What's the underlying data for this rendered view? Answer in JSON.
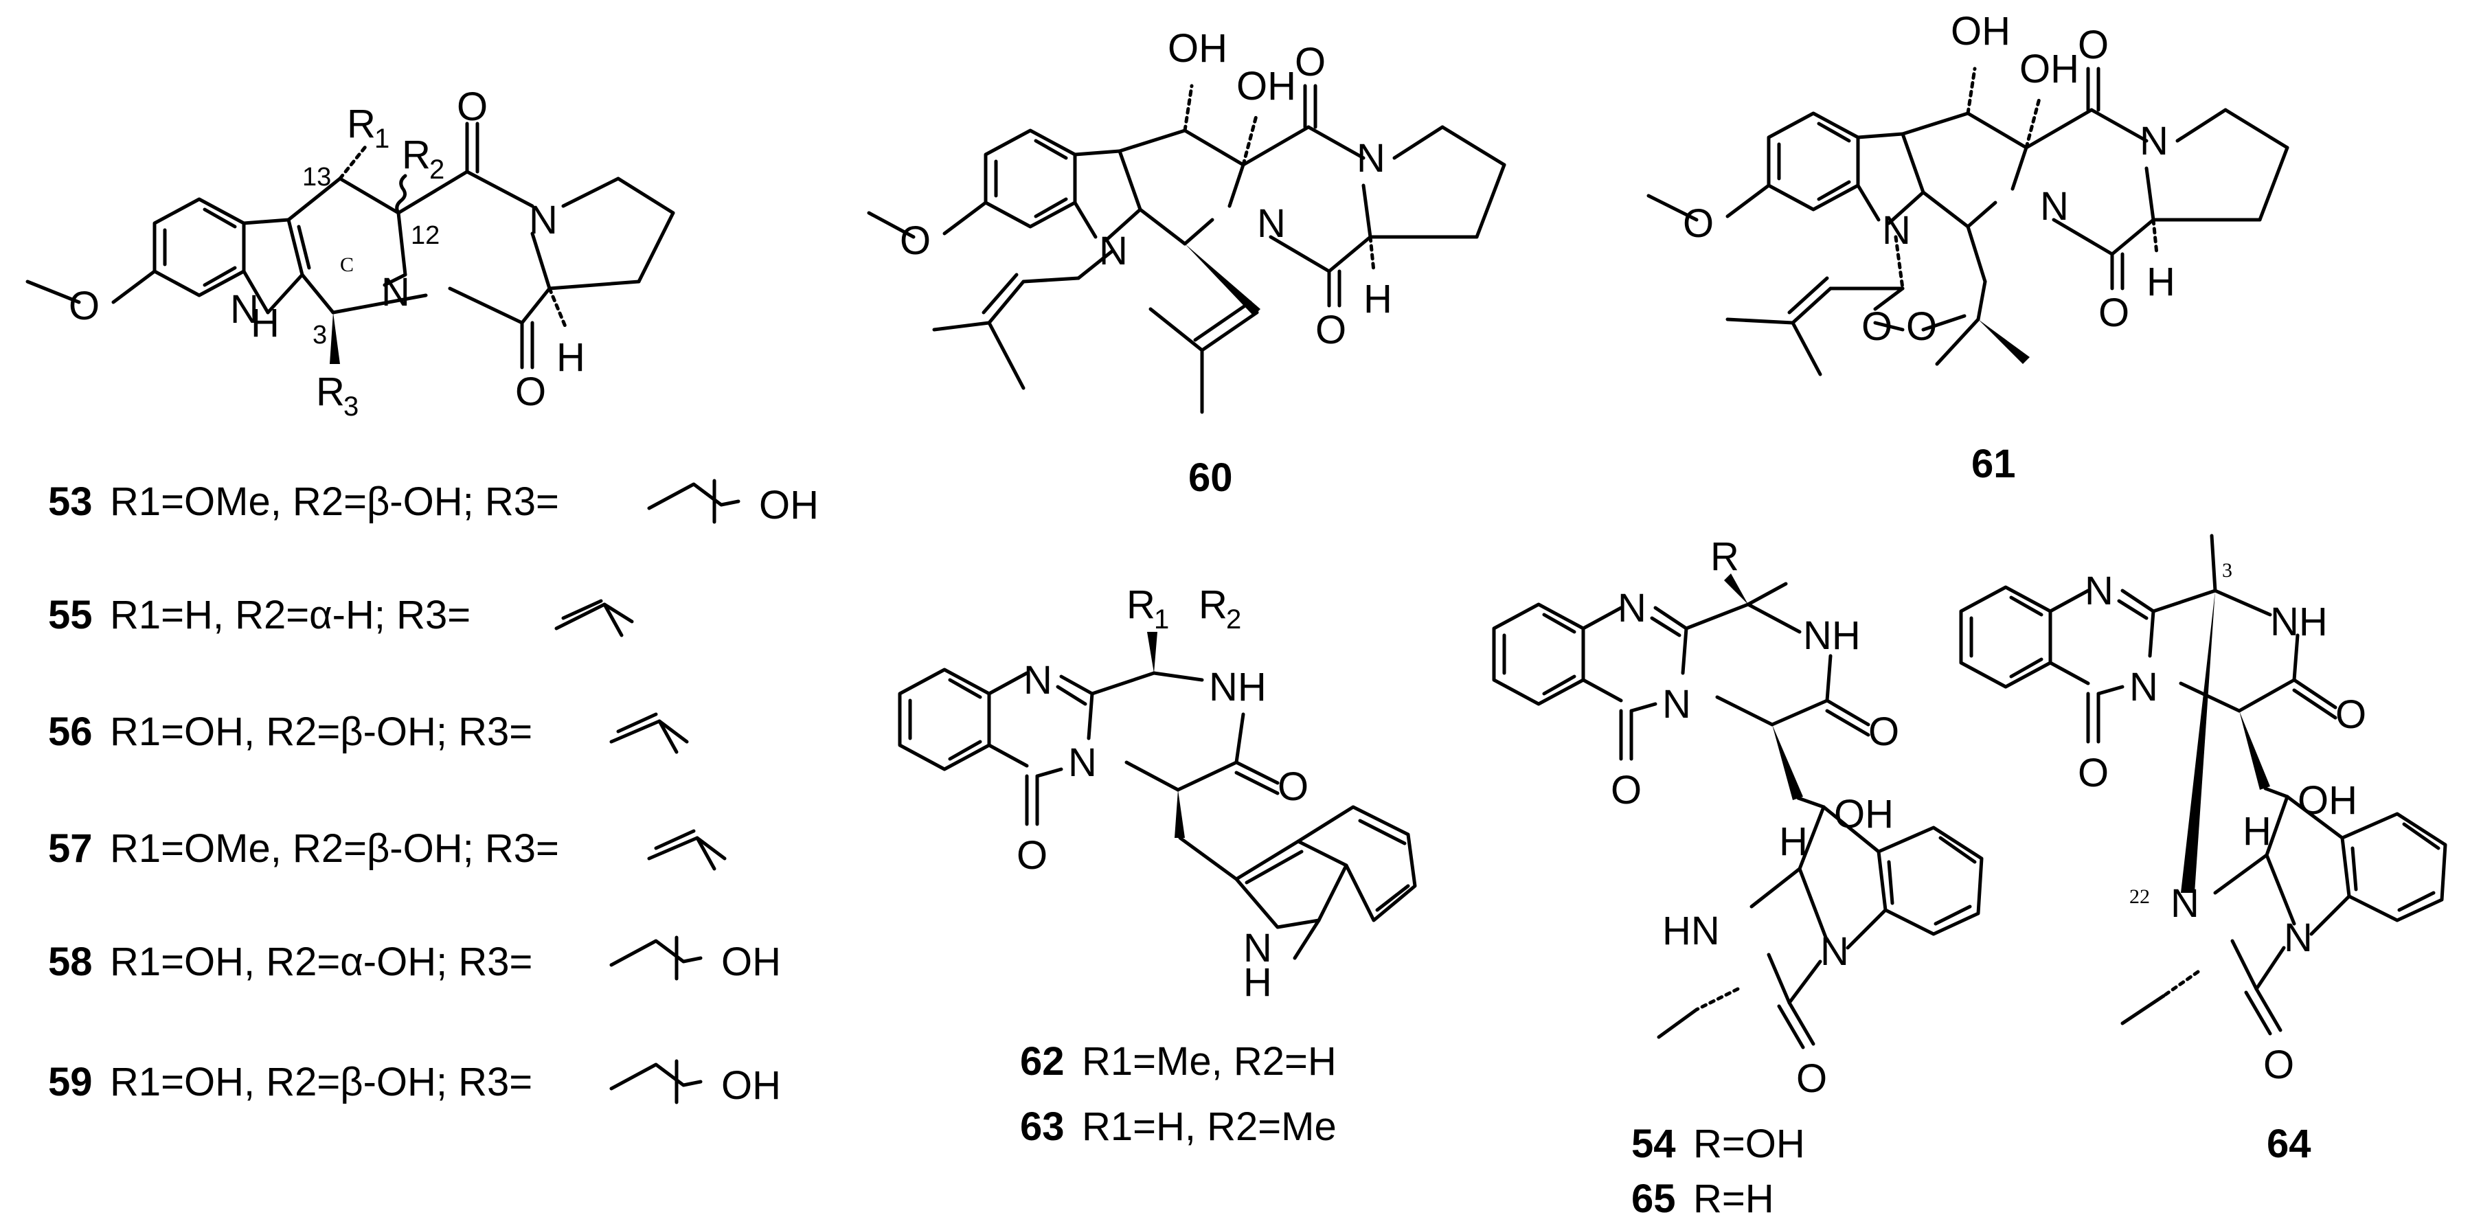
{
  "atoms": {
    "OH": "OH",
    "O": "O",
    "N": "N",
    "NH": "NH",
    "H": "H",
    "R": "R",
    "C": "C",
    "HN": "HN",
    "R1": "R",
    "R2": "R",
    "R3": "R"
  },
  "subs": {
    "one": "1",
    "two": "2",
    "three": "3"
  },
  "locants": {
    "l13": "13",
    "l12": "12",
    "l3": "3",
    "l3b": "3",
    "l22": "22"
  },
  "captions": {
    "c53": {
      "num": "53",
      "text": "R1=OMe, R2=β-OH; R3="
    },
    "c55": {
      "num": "55",
      "text": "R1=H, R2=α-H; R3="
    },
    "c56": {
      "num": "56",
      "text": "R1=OH, R2=β-OH; R3="
    },
    "c57": {
      "num": "57",
      "text": "R1=OMe, R2=β-OH; R3="
    },
    "c58": {
      "num": "58",
      "text": "R1=OH, R2=α-OH; R3="
    },
    "c59": {
      "num": "59",
      "text": "R1=OH, R2=β-OH; R3="
    },
    "c60": {
      "num": "60"
    },
    "c61": {
      "num": "61"
    },
    "c62": {
      "num": "62",
      "text": "R1=Me, R2=H"
    },
    "c63": {
      "num": "63",
      "text": "R1=H, R2=Me"
    },
    "c54": {
      "num": "54",
      "text": "R=OH"
    },
    "c65": {
      "num": "65",
      "text": "R=H"
    },
    "c64": {
      "num": "64"
    }
  }
}
